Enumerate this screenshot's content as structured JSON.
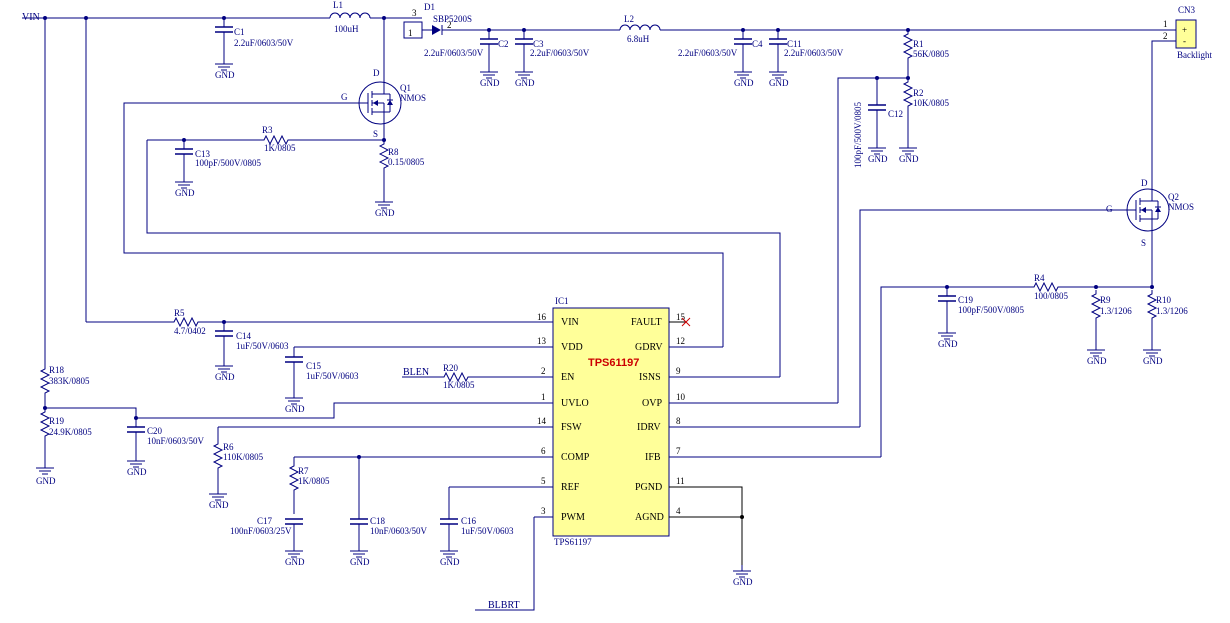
{
  "ic": {
    "ref": "IC1",
    "title": "TPS61197",
    "bottom_label": "TPS61197",
    "fill_color": "#ffff99",
    "pins_left": [
      {
        "num": "16",
        "name": "VIN"
      },
      {
        "num": "13",
        "name": "VDD"
      },
      {
        "num": "2",
        "name": "EN"
      },
      {
        "num": "1",
        "name": "UVLO"
      },
      {
        "num": "14",
        "name": "FSW"
      },
      {
        "num": "6",
        "name": "COMP"
      },
      {
        "num": "5",
        "name": "REF"
      },
      {
        "num": "3",
        "name": "PWM"
      }
    ],
    "pins_right": [
      {
        "num": "15",
        "name": "FAULT"
      },
      {
        "num": "12",
        "name": "GDRV"
      },
      {
        "num": "9",
        "name": "ISNS"
      },
      {
        "num": "10",
        "name": "OVP"
      },
      {
        "num": "8",
        "name": "IDRV"
      },
      {
        "num": "7",
        "name": "IFB"
      },
      {
        "num": "11",
        "name": "PGND"
      },
      {
        "num": "4",
        "name": "AGND"
      }
    ]
  },
  "nets": {
    "vin": "VIN",
    "blen": "BLEN",
    "blbrt": "BLBRT",
    "gnd": "GND"
  },
  "components": {
    "c1": {
      "ref": "C1",
      "value": "2.2uF/0603/50V"
    },
    "l1": {
      "ref": "L1",
      "value": "100uH"
    },
    "d1": {
      "ref": "D1",
      "value": "SBP5200S",
      "pin_a": "1",
      "pin_k": "2",
      "pin_3": "3"
    },
    "c2": {
      "ref": "C2",
      "value": "2.2uF/0603/50V"
    },
    "c3": {
      "ref": "C3",
      "value": "2.2uF/0603/50V"
    },
    "l2": {
      "ref": "L2",
      "value": "6.8uH"
    },
    "c4": {
      "ref": "C4",
      "value": "2.2uF/0603/50V"
    },
    "c11": {
      "ref": "C11",
      "value": "2.2uF/0603/50V"
    },
    "r1": {
      "ref": "R1",
      "value": "56K/0805"
    },
    "r2": {
      "ref": "R2",
      "value": "10K/0805"
    },
    "c12": {
      "ref": "C12",
      "value": "100pF/500V/0805"
    },
    "cn3": {
      "ref": "CN3",
      "value": "Backlight",
      "pin1": "1",
      "pin2": "2",
      "plus": "+",
      "minus": "-"
    },
    "q1": {
      "ref": "Q1",
      "value": "NMOS",
      "g": "G",
      "d": "D",
      "s": "S"
    },
    "q2": {
      "ref": "Q2",
      "value": "NMOS",
      "g": "G",
      "d": "D",
      "s": "S"
    },
    "r3": {
      "ref": "R3",
      "value": "1K/0805"
    },
    "c13": {
      "ref": "C13",
      "value": "100pF/500V/0805"
    },
    "r8": {
      "ref": "R8",
      "value": "0.15/0805"
    },
    "r5": {
      "ref": "R5",
      "value": "4.7/0402"
    },
    "c14": {
      "ref": "C14",
      "value": "1uF/50V/0603"
    },
    "c15": {
      "ref": "C15",
      "value": "1uF/50V/0603"
    },
    "r20": {
      "ref": "R20",
      "value": "1K/0805"
    },
    "r18": {
      "ref": "R18",
      "value": "383K/0805"
    },
    "r19": {
      "ref": "R19",
      "value": "24.9K/0805"
    },
    "c20": {
      "ref": "C20",
      "value": "10nF/0603/50V"
    },
    "r6": {
      "ref": "R6",
      "value": "110K/0805"
    },
    "r7": {
      "ref": "R7",
      "value": "1K/0805"
    },
    "c17": {
      "ref": "C17",
      "value": "100nF/0603/25V"
    },
    "c18": {
      "ref": "C18",
      "value": "10nF/0603/50V"
    },
    "c16": {
      "ref": "C16",
      "value": "1uF/50V/0603"
    },
    "r4": {
      "ref": "R4",
      "value": "100/0805"
    },
    "c19": {
      "ref": "C19",
      "value": "100pF/500V/0805"
    },
    "r9": {
      "ref": "R9",
      "value": "1.3/1206"
    },
    "r10": {
      "ref": "R10",
      "value": "1.3/1206"
    }
  },
  "colors": {
    "wire": "#000080",
    "ic_fill": "#ffff99",
    "no_connect": "#cc0000",
    "ic_title": "#cc0000"
  }
}
